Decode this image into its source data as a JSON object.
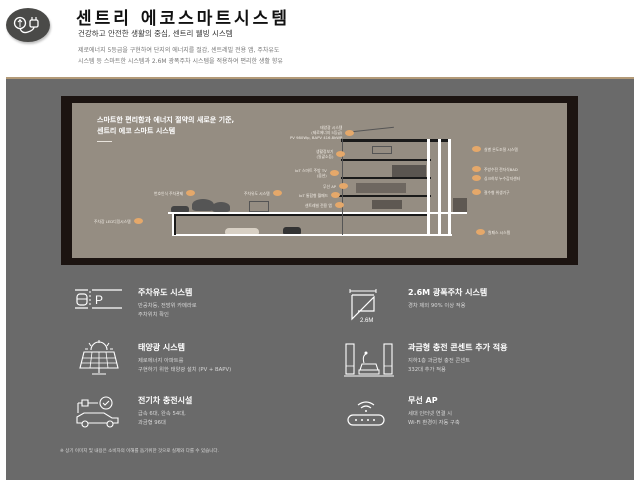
{
  "header": {
    "logo_icon": "leaf-plug-icon",
    "title": "센트리 에코스마트시스템",
    "subtitle": "건강하고 안전한 생활의 중심, 센트리 웰빙 시스템",
    "description_line1": "제로에너지 5등급을 구현하여 단지의 에너지를 절감, 센트레빌 전용 앱, 주차유도",
    "description_line2": "시스템 등 스마트한 시스템과 2.6M 광폭주차 시스템을 적용하여 편리한 생활 향유"
  },
  "colors": {
    "panel_bg": "#6a6a6a",
    "panel_top_rule": "#b39a78",
    "infographic_bg": "#958d82",
    "infographic_frame": "#1c1411",
    "callout_dot": "#e5a86a",
    "logo_bg": "#4a4a48"
  },
  "infographic": {
    "title_line1": "스마트한 편리함과 에너지 절약의 새로운 기준,",
    "title_line2": "센트리 에코 스마트 시스템",
    "callouts_left": [
      {
        "line1": "태양광 시스템",
        "line2": "(제로에너지 5등급)",
        "line3": "PV 980Wp, BAPV 416.8kWP"
      },
      {
        "line1": "생활정보기",
        "line2": "(일괄소등)"
      },
      {
        "line1": "IoT 스마트 주방 TV",
        "line2": "(옵션)"
      },
      {
        "line1": "무선 AP"
      },
      {
        "line1": "IoT 통합형 월패드"
      },
      {
        "line1": "번호인식 주차관제"
      },
      {
        "line1": "주차유도 시스템"
      },
      {
        "line1": "센트레빌 전용 앱"
      },
      {
        "line1": "주차장 LED디밍시스템"
      }
    ],
    "callouts_right": [
      {
        "line1": "실별 온도조절 시스템"
      },
      {
        "line1": "주방수전 전자식BAD"
      },
      {
        "line1": "싱크하부 누수감지센터"
      },
      {
        "line1": "절수형 위생기구"
      },
      {
        "line1": "원패스 시스템"
      }
    ]
  },
  "features": [
    {
      "icon": "parking-guide-icon",
      "title": "주차유도 시스템",
      "desc_line1": "만공차등, 전방위 카메라로",
      "desc_line2": "주차위치 확인"
    },
    {
      "icon": "wide-parking-icon",
      "icon_label": "2.6M",
      "title": "2.6M 광폭주차 시스템",
      "desc_line1": "경차 제외 90% 이상 적용",
      "desc_line2": ""
    },
    {
      "icon": "solar-panel-icon",
      "title": "태양광 시스템",
      "desc_line1": "제로에너지 아파트를",
      "desc_line2": "구현하기 위한 태양광 설치 (PV + BAPV)"
    },
    {
      "icon": "ev-outlet-icon",
      "title": "과금형 충전 콘센트 추가 적용",
      "desc_line1": "지하1층 과금형 충전 콘센트",
      "desc_line2": "332대 추가 적용"
    },
    {
      "icon": "ev-charging-icon",
      "title": "전기차 충전시설",
      "desc_line1": "급속 6대, 완속 54대,",
      "desc_line2": "과금형 96대"
    },
    {
      "icon": "wifi-router-icon",
      "title": "무선 AP",
      "desc_line1": "세대 인터넷 연결 시",
      "desc_line2": "Wi-Fi 환경이 자동 구축"
    }
  ],
  "disclaimer": "※ 상기 이미지 및 내용은 소비자의 이해를 돕기위한 것으로 실제와 다를 수 있습니다."
}
